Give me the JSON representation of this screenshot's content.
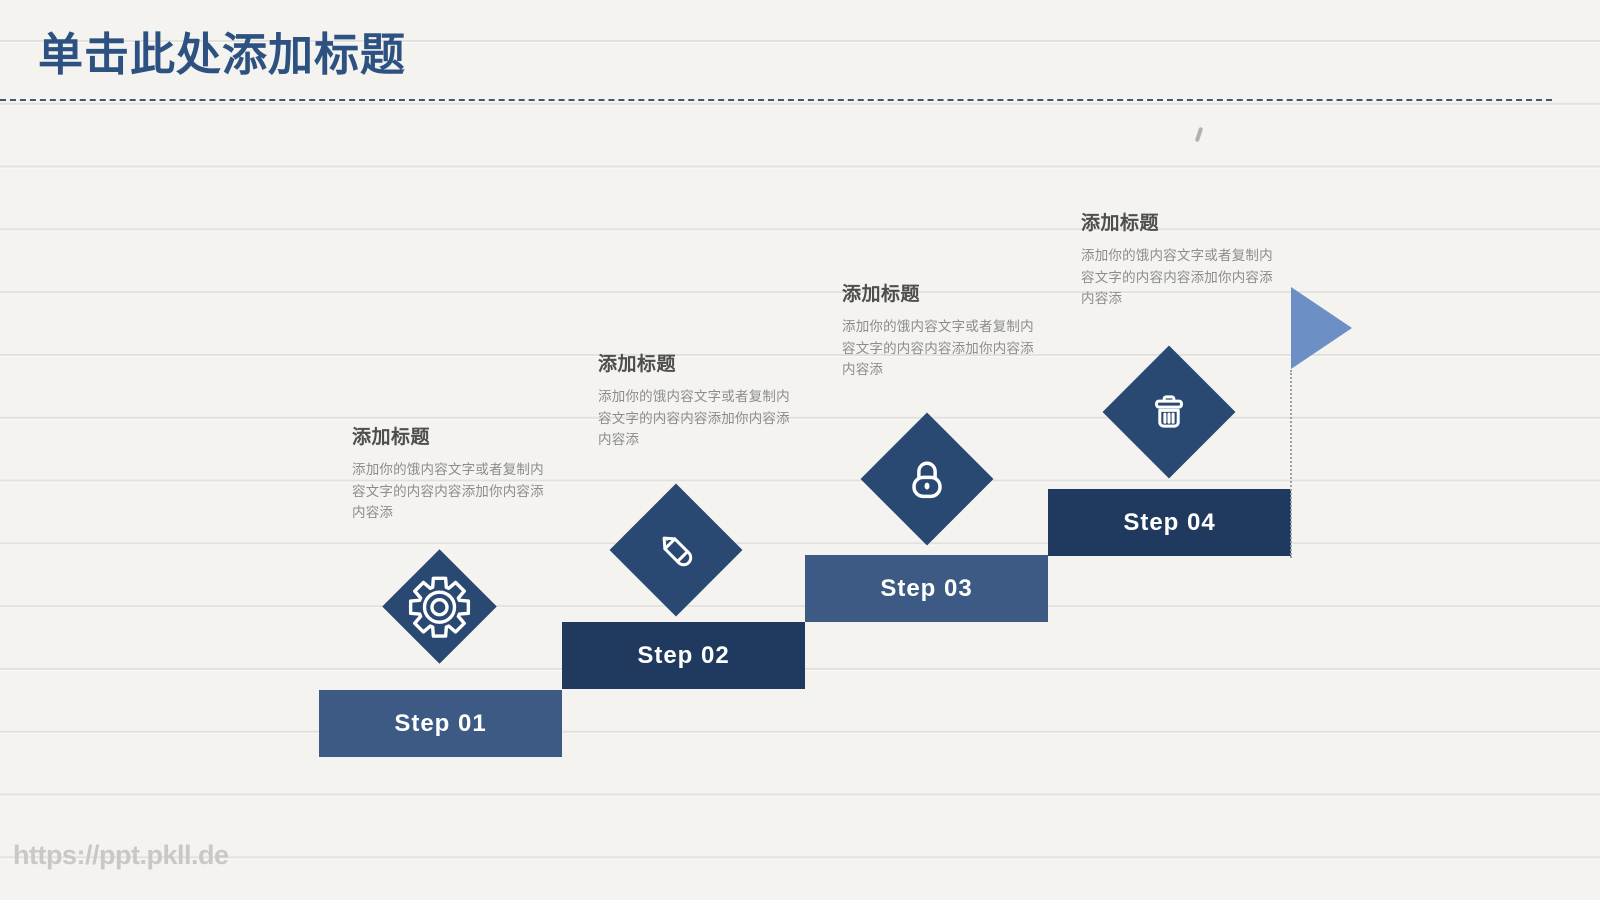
{
  "title": "单击此处添加标题",
  "watermark": "https://ppt.pkll.de",
  "steps": [
    {
      "bar_label": "Step 01",
      "icon": "gear-icon",
      "heading": "添加标题",
      "body": "添加你的饿内容文字或者复制内容文字的内容内容添加你内容添内容添"
    },
    {
      "bar_label": "Step 02",
      "icon": "pencil-icon",
      "heading": "添加标题",
      "body": "添加你的饿内容文字或者复制内容文字的内容内容添加你内容添内容添"
    },
    {
      "bar_label": "Step 03",
      "icon": "lock-icon",
      "heading": "添加标题",
      "body": "添加你的饿内容文字或者复制内容文字的内容内容添加你内容添内容添"
    },
    {
      "bar_label": "Step 04",
      "icon": "trash-icon",
      "heading": "添加标题",
      "body": "添加你的饿内容文字或者复制内容文字的内容内容添加你内容添内容添"
    }
  ],
  "colors": {
    "background": "#f4f3ef",
    "rule_line": "#e3e1dd",
    "title": "#2d5282",
    "dashed_divider": "#3e5878",
    "bar_light": "#3c5a83",
    "bar_dark": "#1f3a5e",
    "diamond": "#2a4972",
    "triangle": "#6c8fc5",
    "heading_text": "#4e4e4e",
    "body_text": "#8c8c8c",
    "watermark_text": "#c9c8c4"
  }
}
